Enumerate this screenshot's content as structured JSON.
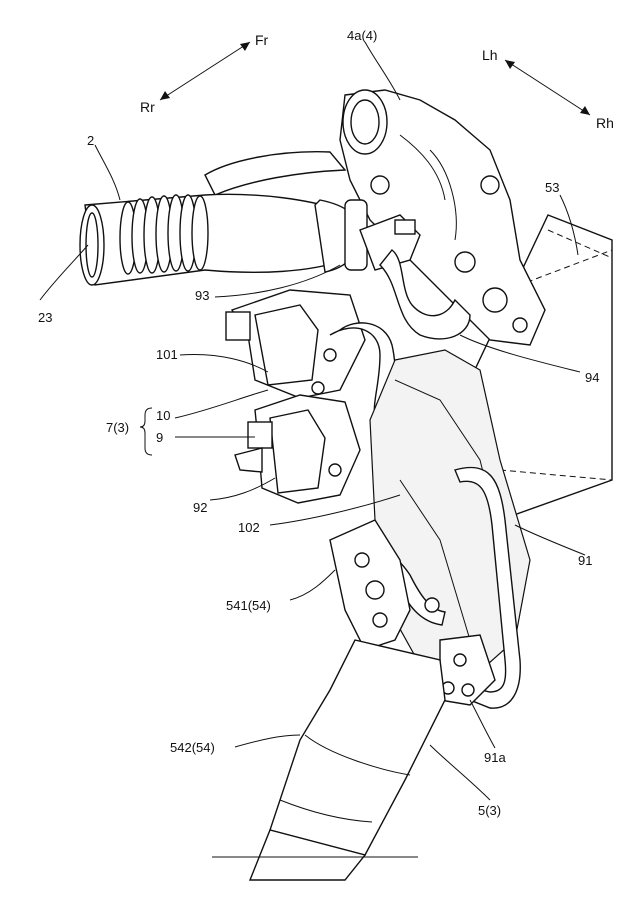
{
  "figure": {
    "labels": {
      "fr": "Fr",
      "rr": "Rr",
      "lh": "Lh",
      "rh": "Rh",
      "l_4a": "4a(4)",
      "l_2": "2",
      "l_53": "53",
      "l_23": "23",
      "l_93": "93",
      "l_101": "101",
      "l_94": "94",
      "l_7": "7(3)",
      "l_10": "10",
      "l_9": "9",
      "l_92": "92",
      "l_102": "102",
      "l_91": "91",
      "l_541": "541(54)",
      "l_542": "542(54)",
      "l_91a": "91a",
      "l_5": "5(3)"
    }
  }
}
